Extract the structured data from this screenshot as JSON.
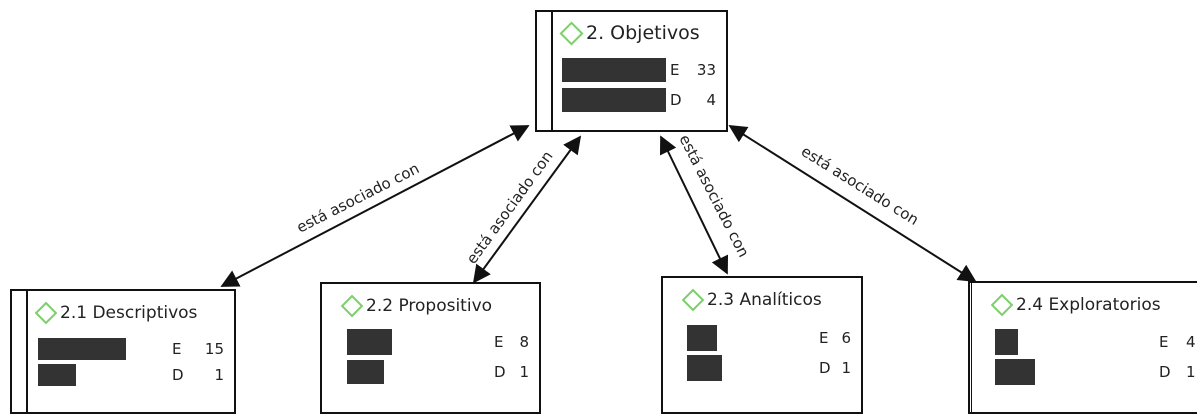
{
  "root": {
    "title": "2. Objetivos",
    "stats": [
      {
        "label": "E",
        "value": "33"
      },
      {
        "label": "D",
        "value": "4"
      }
    ]
  },
  "children": [
    {
      "title": "2.1 Descriptivos",
      "stats": [
        {
          "label": "E",
          "value": "15"
        },
        {
          "label": "D",
          "value": "1"
        }
      ]
    },
    {
      "title": "2.2 Propositivo",
      "stats": [
        {
          "label": "E",
          "value": "8"
        },
        {
          "label": "D",
          "value": "1"
        }
      ]
    },
    {
      "title": "2.3 Analíticos",
      "stats": [
        {
          "label": "E",
          "value": "6"
        },
        {
          "label": "D",
          "value": "1"
        }
      ]
    },
    {
      "title": "2.4 Exploratorios",
      "stats": [
        {
          "label": "E",
          "value": "4"
        },
        {
          "label": "D",
          "value": "1"
        }
      ]
    }
  ],
  "edges": [
    {
      "label": "está asociado con"
    },
    {
      "label": "está asociado con"
    },
    {
      "label": "está asociado con"
    },
    {
      "label": "está asociado con"
    }
  ],
  "colors": {
    "icon": "#7ccf6a",
    "bar": "#333333",
    "border": "#111111"
  },
  "icons": {
    "node": "diamond-icon"
  }
}
